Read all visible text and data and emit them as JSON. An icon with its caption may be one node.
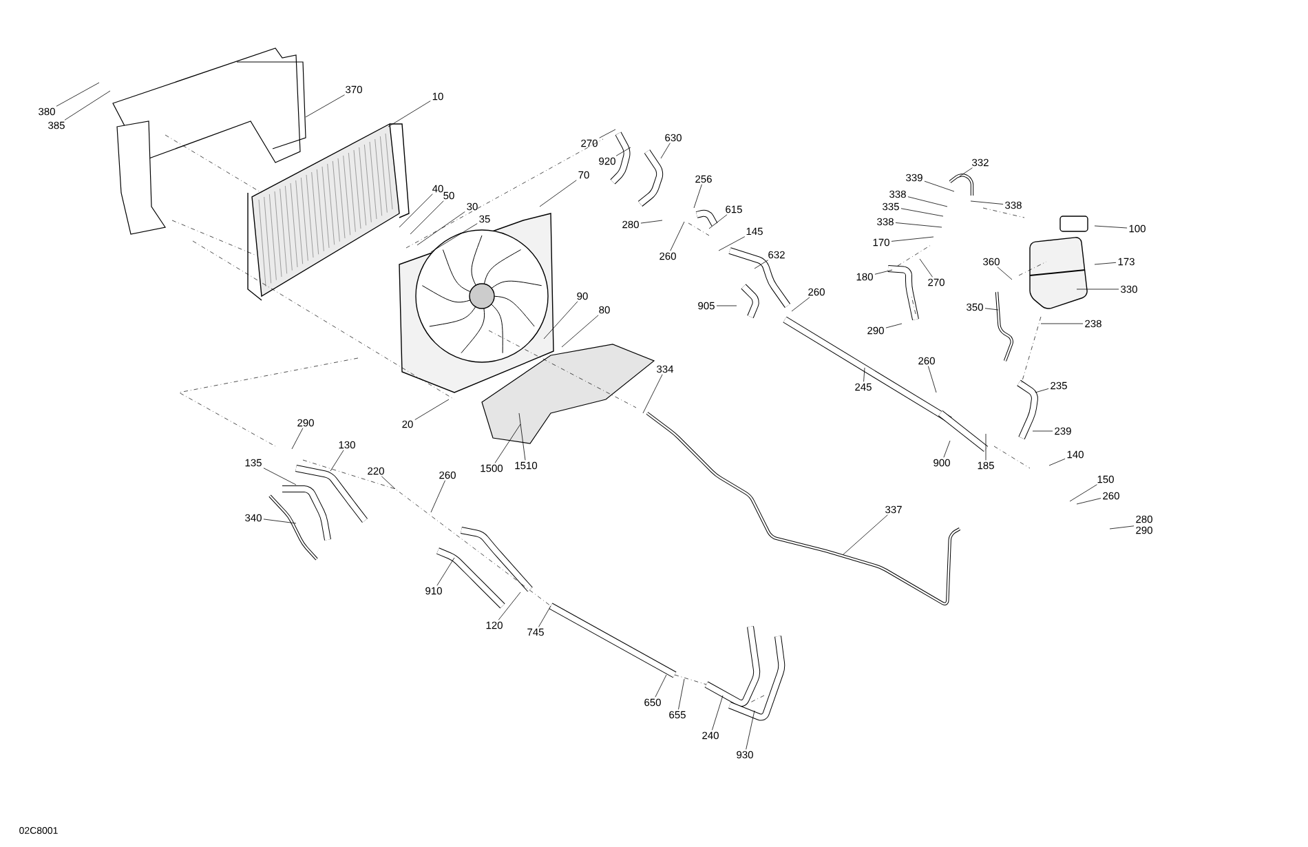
{
  "diagram": {
    "nodes": [
      {
        "text": [
          "380"
        ]
      },
      {
        "text": [
          "385"
        ]
      },
      {
        "text": [
          "370"
        ]
      },
      {
        "text": [
          "10"
        ]
      },
      {
        "text": [
          "40"
        ]
      },
      {
        "text": [
          "50"
        ]
      },
      {
        "text": [
          "30"
        ]
      },
      {
        "text": [
          "35"
        ]
      },
      {
        "text": [
          "70"
        ]
      },
      {
        "text": [
          "270"
        ]
      },
      {
        "text": [
          "920"
        ]
      },
      {
        "text": [
          "630"
        ]
      },
      {
        "text": [
          "256"
        ]
      },
      {
        "text": [
          "280"
        ]
      },
      {
        "text": [
          "260"
        ]
      },
      {
        "text": [
          "615"
        ]
      },
      {
        "text": [
          "145"
        ]
      },
      {
        "text": [
          "632"
        ]
      },
      {
        "text": [
          "905"
        ]
      },
      {
        "text": [
          "260"
        ]
      },
      {
        "text": [
          "90"
        ]
      },
      {
        "text": [
          "80"
        ]
      },
      {
        "text": [
          "20"
        ]
      },
      {
        "text": [
          "334"
        ]
      },
      {
        "text": [
          "1500"
        ]
      },
      {
        "text": [
          "1510"
        ]
      },
      {
        "text": [
          "332"
        ]
      },
      {
        "text": [
          "339"
        ]
      },
      {
        "text": [
          "338"
        ]
      },
      {
        "text": [
          "335"
        ]
      },
      {
        "text": [
          "338"
        ]
      },
      {
        "text": [
          "170"
        ]
      },
      {
        "text": [
          "338"
        ]
      },
      {
        "text": [
          "100"
        ]
      },
      {
        "text": [
          "173"
        ]
      },
      {
        "text": [
          "330"
        ]
      },
      {
        "text": [
          "360"
        ]
      },
      {
        "text": [
          "180"
        ]
      },
      {
        "text": [
          "270"
        ]
      },
      {
        "text": [
          "350"
        ]
      },
      {
        "text": [
          "290"
        ]
      },
      {
        "text": [
          "238"
        ]
      },
      {
        "text": [
          "245"
        ]
      },
      {
        "text": [
          "260"
        ]
      },
      {
        "text": [
          "235"
        ]
      },
      {
        "text": [
          "239"
        ]
      },
      {
        "text": [
          "900"
        ]
      },
      {
        "text": [
          "185"
        ]
      },
      {
        "text": [
          "140"
        ]
      },
      {
        "text": [
          "150"
        ]
      },
      {
        "text": [
          "260"
        ]
      },
      {
        "text": [
          "280",
          "290"
        ]
      },
      {
        "text": [
          "337"
        ]
      },
      {
        "text": [
          "290"
        ]
      },
      {
        "text": [
          "130"
        ]
      },
      {
        "text": [
          "135"
        ]
      },
      {
        "text": [
          "340"
        ]
      },
      {
        "text": [
          "220"
        ]
      },
      {
        "text": [
          "260"
        ]
      },
      {
        "text": [
          "910"
        ]
      },
      {
        "text": [
          "120"
        ]
      },
      {
        "text": [
          "745"
        ]
      },
      {
        "text": [
          "650"
        ]
      },
      {
        "text": [
          "655"
        ]
      },
      {
        "text": [
          "240"
        ]
      },
      {
        "text": [
          "930"
        ]
      }
    ],
    "edges": [
      {
        "from": 0,
        "to": null,
        "arrow": "none"
      },
      {
        "from": 1,
        "to": null,
        "arrow": "none"
      },
      {
        "from": 2,
        "to": null,
        "arrow": "none"
      },
      {
        "from": 3,
        "to": null,
        "arrow": "none"
      },
      {
        "from": 4,
        "to": null,
        "arrow": "none"
      },
      {
        "from": 5,
        "to": null,
        "arrow": "none"
      },
      {
        "from": 6,
        "to": null,
        "arrow": "none"
      },
      {
        "from": 7,
        "to": null,
        "arrow": "none"
      },
      {
        "from": 8,
        "to": null,
        "arrow": "none"
      },
      {
        "from": 9,
        "to": null,
        "arrow": "none"
      },
      {
        "from": 10,
        "to": null,
        "arrow": "none"
      },
      {
        "from": 11,
        "to": null,
        "arrow": "none"
      },
      {
        "from": 12,
        "to": null,
        "arrow": "none"
      },
      {
        "from": 13,
        "to": null,
        "arrow": "none"
      },
      {
        "from": 14,
        "to": null,
        "arrow": "none"
      },
      {
        "from": 15,
        "to": null,
        "arrow": "none"
      },
      {
        "from": 16,
        "to": null,
        "arrow": "none"
      },
      {
        "from": 17,
        "to": null,
        "arrow": "none"
      },
      {
        "from": 18,
        "to": null,
        "arrow": "none"
      },
      {
        "from": 19,
        "to": null,
        "arrow": "none"
      },
      {
        "from": 20,
        "to": null,
        "arrow": "none"
      },
      {
        "from": 21,
        "to": null,
        "arrow": "none"
      },
      {
        "from": 22,
        "to": null,
        "arrow": "none"
      },
      {
        "from": 23,
        "to": null,
        "arrow": "none"
      },
      {
        "from": 24,
        "to": null,
        "arrow": "none"
      },
      {
        "from": 25,
        "to": null,
        "arrow": "none"
      },
      {
        "from": 26,
        "to": null,
        "arrow": "none"
      },
      {
        "from": 27,
        "to": null,
        "arrow": "none"
      },
      {
        "from": 28,
        "to": null,
        "arrow": "none"
      },
      {
        "from": 29,
        "to": null,
        "arrow": "none"
      },
      {
        "from": 30,
        "to": null,
        "arrow": "none"
      },
      {
        "from": 31,
        "to": null,
        "arrow": "none"
      },
      {
        "from": 32,
        "to": null,
        "arrow": "none"
      },
      {
        "from": 33,
        "to": null,
        "arrow": "none"
      },
      {
        "from": 34,
        "to": null,
        "arrow": "none"
      },
      {
        "from": 35,
        "to": null,
        "arrow": "none"
      },
      {
        "from": 36,
        "to": null,
        "arrow": "none"
      },
      {
        "from": 37,
        "to": null,
        "arrow": "none"
      },
      {
        "from": 38,
        "to": null,
        "arrow": "none"
      },
      {
        "from": 39,
        "to": null,
        "arrow": "none"
      },
      {
        "from": 40,
        "to": null,
        "arrow": "none"
      },
      {
        "from": 41,
        "to": null,
        "arrow": "none"
      },
      {
        "from": 42,
        "to": null,
        "arrow": "none"
      },
      {
        "from": 43,
        "to": null,
        "arrow": "none"
      },
      {
        "from": 44,
        "to": null,
        "arrow": "none"
      },
      {
        "from": 45,
        "to": null,
        "arrow": "none"
      },
      {
        "from": 46,
        "to": null,
        "arrow": "none"
      },
      {
        "from": 47,
        "to": null,
        "arrow": "none"
      },
      {
        "from": 48,
        "to": null,
        "arrow": "none"
      },
      {
        "from": 49,
        "to": null,
        "arrow": "none"
      },
      {
        "from": 50,
        "to": null,
        "arrow": "none"
      },
      {
        "from": 51,
        "to": null,
        "arrow": "none"
      },
      {
        "from": 52,
        "to": null,
        "arrow": "none"
      },
      {
        "from": 53,
        "to": null,
        "arrow": "none"
      },
      {
        "from": 54,
        "to": null,
        "arrow": "none"
      },
      {
        "from": 55,
        "to": null,
        "arrow": "none"
      },
      {
        "from": 56,
        "to": null,
        "arrow": "none"
      },
      {
        "from": 57,
        "to": null,
        "arrow": "none"
      },
      {
        "from": 58,
        "to": null,
        "arrow": "none"
      },
      {
        "from": 59,
        "to": null,
        "arrow": "none"
      },
      {
        "from": 60,
        "to": null,
        "arrow": "none"
      },
      {
        "from": 61,
        "to": null,
        "arrow": "none"
      },
      {
        "from": 62,
        "to": null,
        "arrow": "none"
      },
      {
        "from": 63,
        "to": null,
        "arrow": "none"
      },
      {
        "from": 64,
        "to": null,
        "arrow": "none"
      },
      {
        "from": 65,
        "to": null,
        "arrow": "none"
      }
    ],
    "labels": [
      "02C8001"
    ]
  }
}
